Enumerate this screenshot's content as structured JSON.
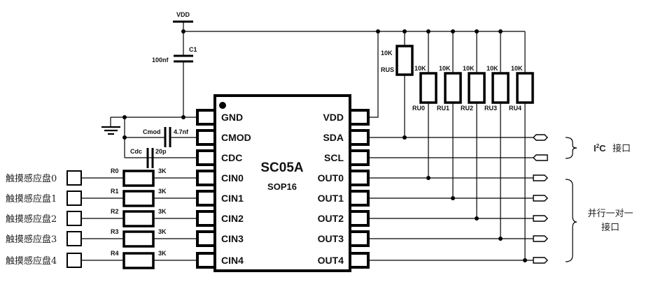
{
  "schematic": {
    "supply": {
      "label": "VDD"
    },
    "c1": {
      "name": "C1",
      "value": "100nf"
    },
    "cmod": {
      "name": "Cmod",
      "value": "4.7nf"
    },
    "cdc": {
      "name": "Cdc",
      "value": "20p"
    },
    "chip": {
      "name": "SC05A",
      "package": "SOP16",
      "left_pins": [
        "GND",
        "CMOD",
        "CDC",
        "CIN0",
        "CIN1",
        "CIN2",
        "CIN3",
        "CIN4"
      ],
      "right_pins": [
        "VDD",
        "SDA",
        "SCL",
        "OUT0",
        "OUT1",
        "OUT2",
        "OUT3",
        "OUT4"
      ]
    },
    "touch_pads": [
      "触摸感应盘0",
      "触摸感应盘1",
      "触摸感应盘2",
      "触摸感应盘3",
      "触摸感应盘4"
    ],
    "input_resistors": [
      {
        "name": "R0",
        "value": "3K"
      },
      {
        "name": "R1",
        "value": "3K"
      },
      {
        "name": "R2",
        "value": "3K"
      },
      {
        "name": "R3",
        "value": "3K"
      },
      {
        "name": "R4",
        "value": "3K"
      }
    ],
    "pullup_scl": {
      "name": "RUS",
      "value": "10K"
    },
    "pullups": [
      {
        "name": "RU0",
        "value": "10K"
      },
      {
        "name": "RU1",
        "value": "10K"
      },
      {
        "name": "RU2",
        "value": "10K"
      },
      {
        "name": "RU3",
        "value": "10K"
      },
      {
        "name": "RU4",
        "value": "10K"
      }
    ],
    "i2c_interface": {
      "prefix": "I",
      "superscript": "2",
      "suffix": "C",
      "label": "接口"
    },
    "parallel_interface": {
      "line1": "并行一对一",
      "line2": "接口"
    }
  }
}
